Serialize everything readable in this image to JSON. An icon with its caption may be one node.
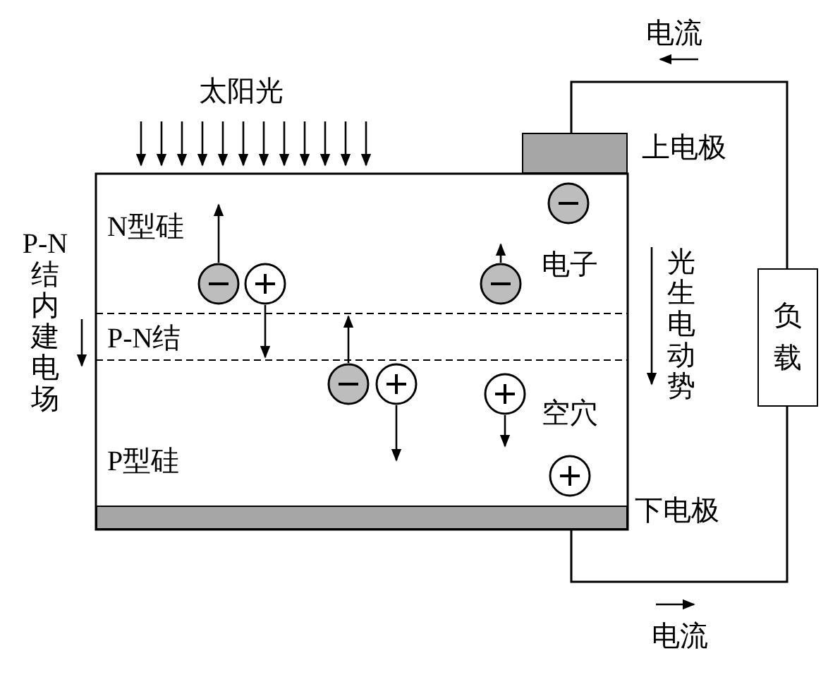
{
  "diagram": {
    "nodes": [
      {
        "text": [],
        "shape": "bar",
        "beside": [
          "上电极"
        ]
      },
      {
        "text": [
          "负载"
        ]
      },
      {
        "text": [],
        "shape": "bar",
        "beside": [
          "下电极"
        ]
      }
    ],
    "edges": [
      {
        "from": 0,
        "to": 1,
        "arrow": "none"
      },
      {
        "from": 1,
        "to": 2,
        "arrow": "none"
      }
    ],
    "labels": [
      "电流",
      "太阳光",
      "N型硅",
      "电子",
      "P-N结内建电场",
      "光生电动势",
      "P-N结",
      "空穴",
      "P型硅",
      "电流"
    ]
  }
}
